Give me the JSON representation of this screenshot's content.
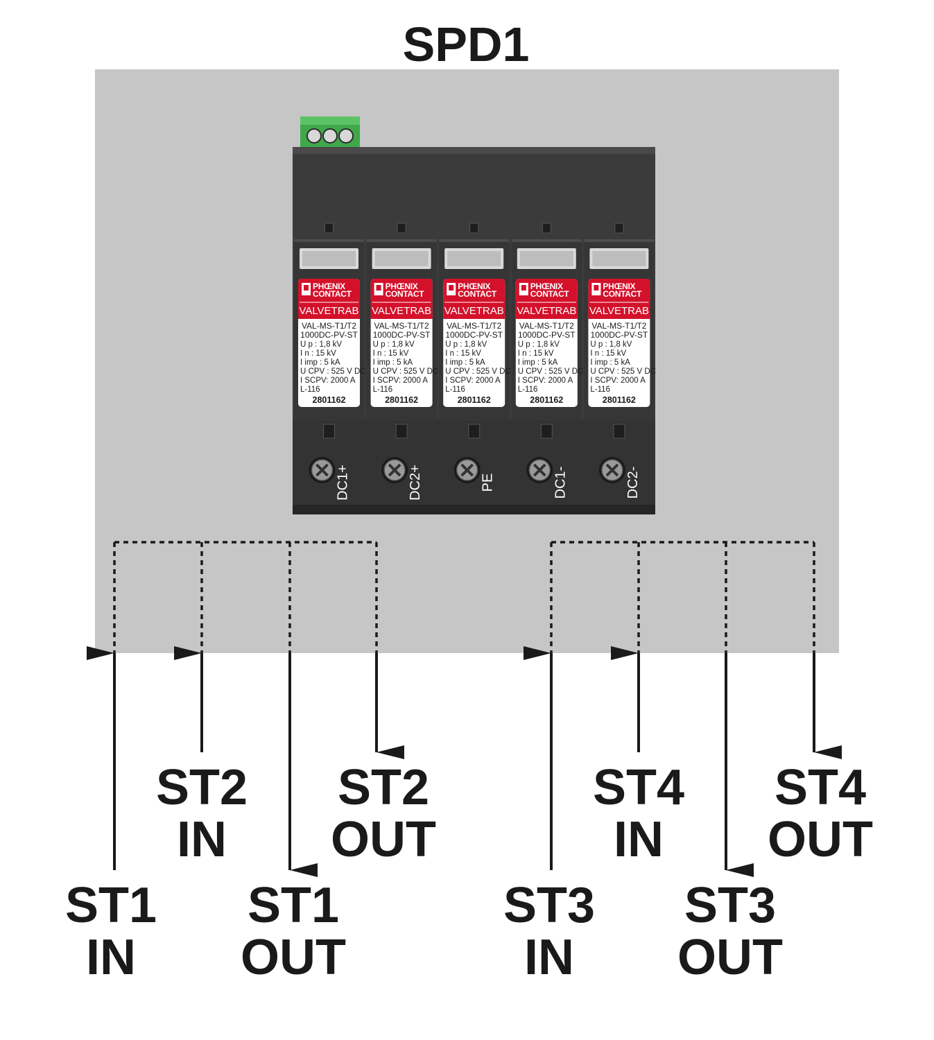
{
  "title": "SPD1",
  "module": {
    "brand_line1": "PHŒNIX",
    "brand_line2": "CONTACT",
    "series": "VALVETRAB",
    "model_line1": "VAL-MS-T1/T2",
    "model_line2": "1000DC-PV-ST",
    "specs": [
      "U p   : 1,8 kV",
      "I n   : 15 kV",
      "I imp  : 5  kA",
      "U CPV : 525 V DC",
      "I SCPV: 2000 A",
      "L-116"
    ],
    "part_number": "2801162",
    "terminals": [
      "DC1+",
      "DC2+",
      "PE",
      "DC1-",
      "DC2-"
    ]
  },
  "labels": {
    "st1_in": [
      "ST1",
      "IN"
    ],
    "st1_out": [
      "ST1",
      "OUT"
    ],
    "st2_in": [
      "ST2",
      "IN"
    ],
    "st2_out": [
      "ST2",
      "OUT"
    ],
    "st3_in": [
      "ST3",
      "IN"
    ],
    "st3_out": [
      "ST3",
      "OUT"
    ],
    "st4_in": [
      "ST4",
      "IN"
    ],
    "st4_out": [
      "ST4",
      "OUT"
    ]
  },
  "colors": {
    "panel": "#c6c6c6",
    "device": "#3b3b3b",
    "brand_red": "#d4112b",
    "connector_green": "#3ea84a"
  }
}
